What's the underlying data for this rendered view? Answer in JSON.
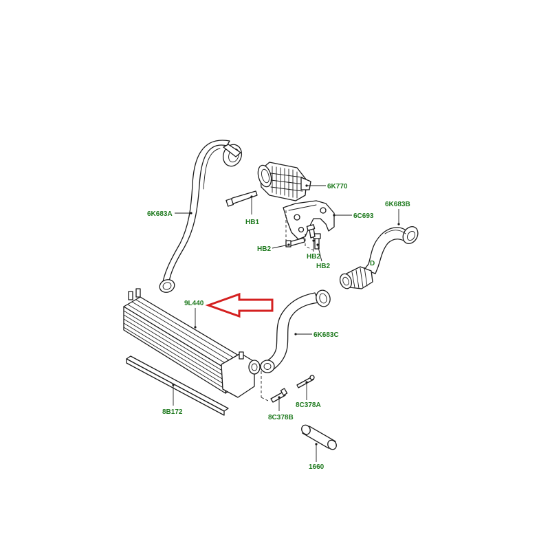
{
  "diagram": {
    "labels": {
      "6K683A": "6K683A",
      "6K770": "6K770",
      "HB1": "HB1",
      "6C693": "6C693",
      "6K683B": "6K683B",
      "HB2a": "HB2",
      "HB2b": "HB2",
      "9L440": "9L440",
      "6K683C": "6K683C",
      "8B172": "8B172",
      "8C378A": "8C378A",
      "8C378B": "8C378B",
      "1660": "1660",
      "D": "D"
    },
    "colors": {
      "label": "#1f7a1f",
      "arrow": "#d42020",
      "line": "#1a1a1a"
    }
  }
}
